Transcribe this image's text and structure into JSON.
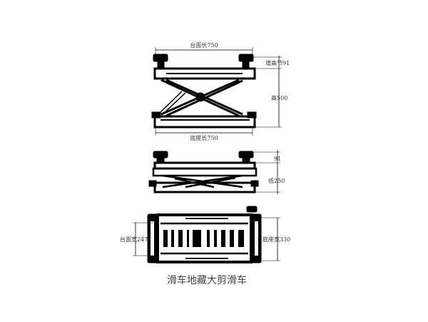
{
  "views": {
    "raised": {
      "top_length": "台面长750",
      "riser": "增高节91",
      "height": "高500",
      "base_length": "底座长750"
    },
    "lowered": {
      "riser": "91",
      "height": "低250"
    },
    "top": {
      "platform_width": "台面宽247",
      "base_width": "底座宽330"
    }
  },
  "caption": "滑车地藏大剪滑车"
}
